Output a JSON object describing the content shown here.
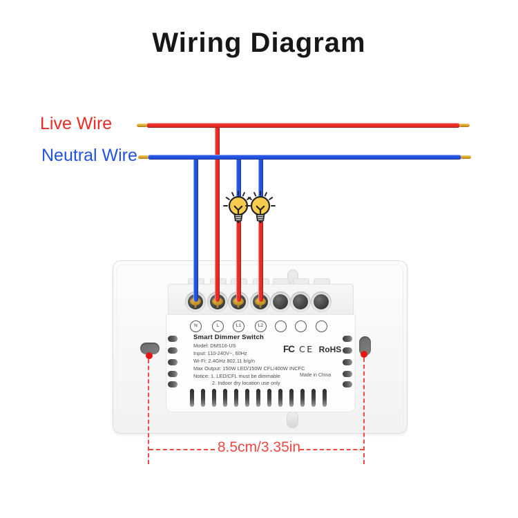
{
  "title": "Wiring Diagram",
  "wires": {
    "live_label": "Live Wire",
    "neutral_label": "Neutral Wire"
  },
  "device": {
    "terminal_labels": [
      "N",
      "L",
      "L1",
      "L2"
    ],
    "name": "Smart Dimmer Switch",
    "specs": [
      "Model: DMS16-US",
      "Input: 110-240V~, 60Hz",
      "Wi-Fi: 2.4GHz 802.11 b/g/n",
      "Max Output: 150W LED/150W CFL/400W INCFC",
      "Notice: 1. LED/CFL must be dimmable",
      "2. Indoor dry location use only"
    ],
    "certifications": [
      "FC",
      "CE",
      "RoHS"
    ],
    "origin": "Made in China"
  },
  "dimension": {
    "width_label": "8.5cm/3.35in"
  },
  "colors": {
    "live": "#ea2c26",
    "neutral": "#2253e0",
    "copper": "#dda32e",
    "dimension": "#ef4842",
    "bulb": "#f7cc4e",
    "title_text": "#171717"
  }
}
